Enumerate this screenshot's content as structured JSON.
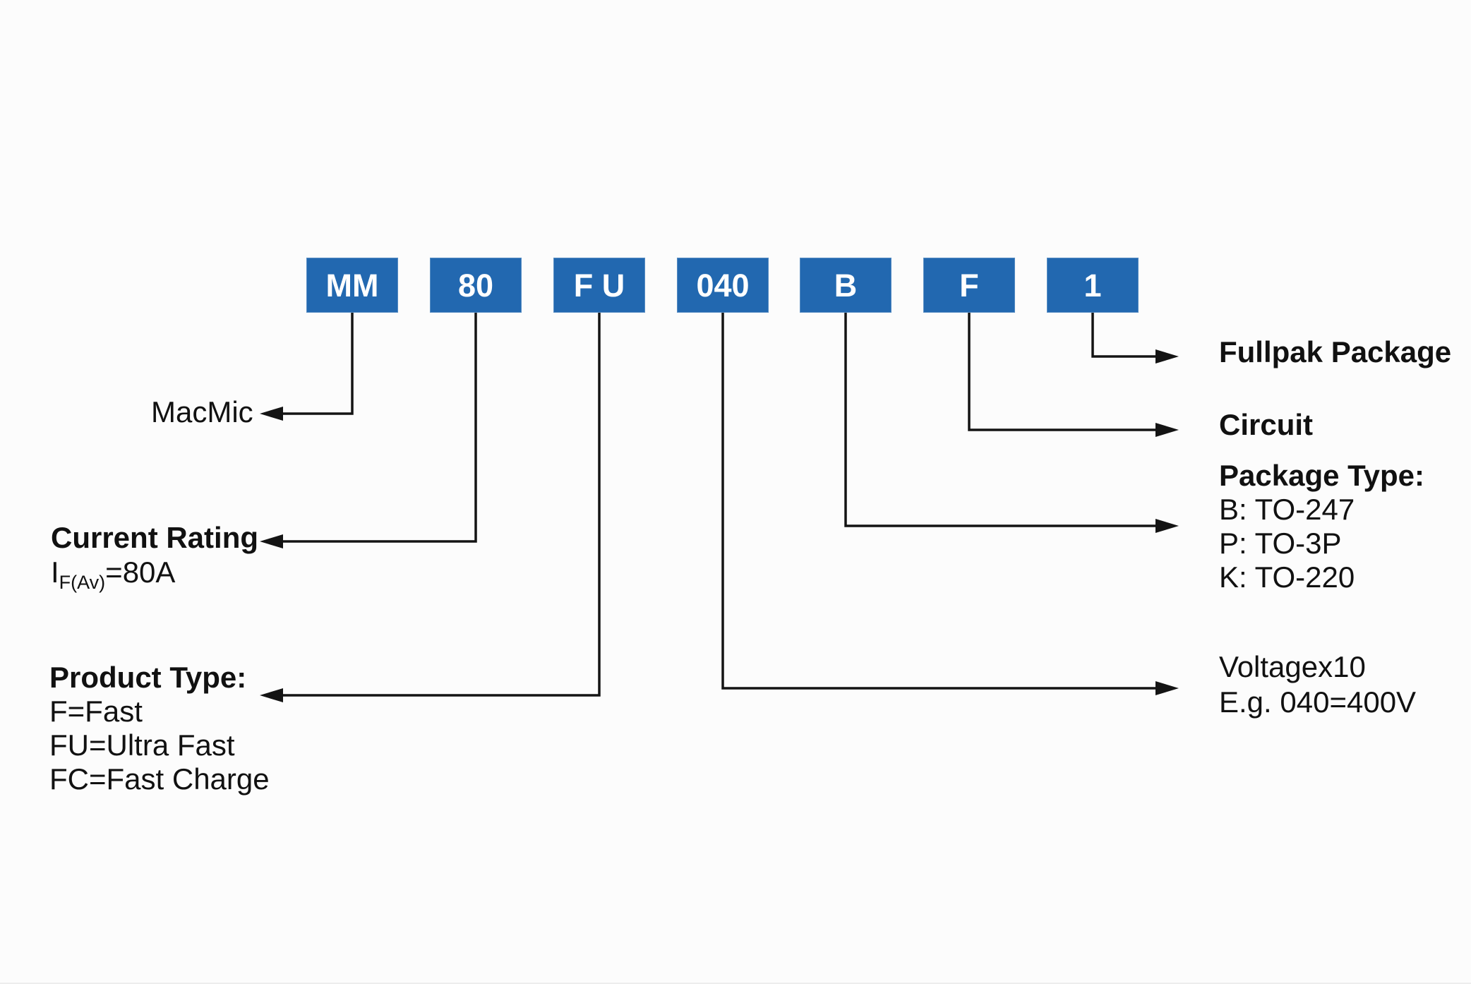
{
  "colors": {
    "box_fill": "#2268b0",
    "box_text": "#ffffff",
    "line": "#141414",
    "background": "#fcfcfc"
  },
  "part_number": {
    "segments": [
      "MM",
      "80",
      "F U",
      "040",
      "B",
      "F",
      "1"
    ]
  },
  "left_labels": {
    "manufacturer": "MacMic",
    "current_rating": {
      "title": "Current Rating",
      "symbol": "I",
      "subscript": "F(Av)",
      "value": "=80A"
    },
    "product_type": {
      "title": "Product Type:",
      "items": [
        "F=Fast",
        "FU=Ultra Fast",
        "FC=Fast Charge"
      ]
    }
  },
  "right_labels": {
    "fullpak": "Fullpak Package",
    "circuit": "Circuit",
    "package_type": {
      "title": "Package Type:",
      "items": [
        "B: TO-247",
        "P: TO-3P",
        "K: TO-220"
      ]
    },
    "voltage": {
      "line1": "Voltagex10",
      "line2": "E.g. 040=400V"
    }
  }
}
